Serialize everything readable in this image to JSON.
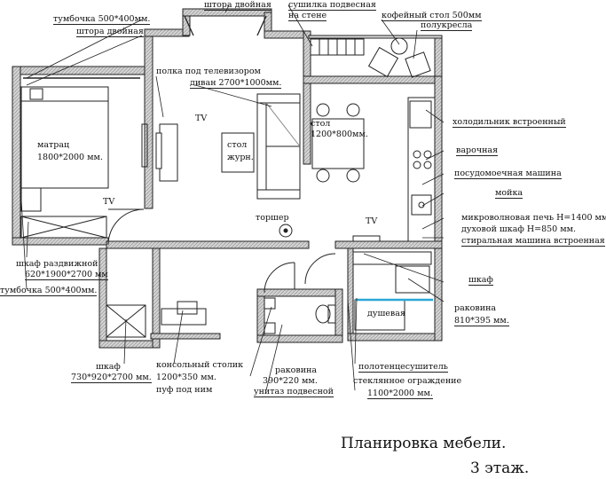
{
  "labels": {
    "tumbochka_top": "тумбочка 500*400мм.",
    "shtora_left": "штора двойная",
    "shtora_top": "штора двойная",
    "sushilka_1": "сушилка подвесная",
    "sushilka_2": "на стене",
    "kofeyny_stol": "кофейный стол 500мм",
    "polukresla": "полукресла",
    "polka_tv": "полка под телевизором",
    "divan": "диван 2700*1000мм.",
    "tv_1": "TV",
    "tv_2": "TV",
    "tv_3": "TV",
    "matras_1": "матрац",
    "matras_2": "1800*2000 мм.",
    "stol_zhurn_1": "стол",
    "stol_zhurn_2": "журн.",
    "stol_1": "стол",
    "stol_2": "1200*800мм.",
    "torsher": "торшер",
    "holodilnik": "холодильник встроенный",
    "varochnaya": "варочная",
    "posudomoechnaya": "посудомоечная машина",
    "moyka": "мойка",
    "mikrovolnovaya": "микроволновая печь  H=1400 мм.",
    "duhovoy": "духовой шкаф   H=850 мм.",
    "stiralnaya": "стиральная машина встроенная",
    "shkaf_right": "шкаф",
    "rakovina_right_1": "раковина",
    "rakovina_right_2": "810*395 мм.",
    "dushevaya": "душевая",
    "shkaf_razdv_1": "шкаф раздвижной",
    "shkaf_razdv_2": "620*1900*2700 мм",
    "tumbochka_bottom": "тумбочка 500*400мм.",
    "shkaf_bottom_1": "шкаф",
    "shkaf_bottom_2": "730*920*2700 мм.",
    "konsol_1": "консольный столик",
    "konsol_2": "1200*350 мм.",
    "puf": "пуф под ним",
    "rakovina_bottom_1": "раковина",
    "rakovina_bottom_2": "390*220 мм.",
    "unitaz": "унитаз подвесной",
    "polotence": "полотенцесушитель",
    "steklyannoe_1": "стеклянное ограждение",
    "steklyannoe_2": "1100*2000 мм."
  },
  "title": {
    "line1": "Планировка мебели.",
    "line2": "3 этаж."
  },
  "colors": {
    "wall_fill": "#c9c9c9",
    "line": "#222222",
    "glass_accent": "#2aa7d6"
  }
}
